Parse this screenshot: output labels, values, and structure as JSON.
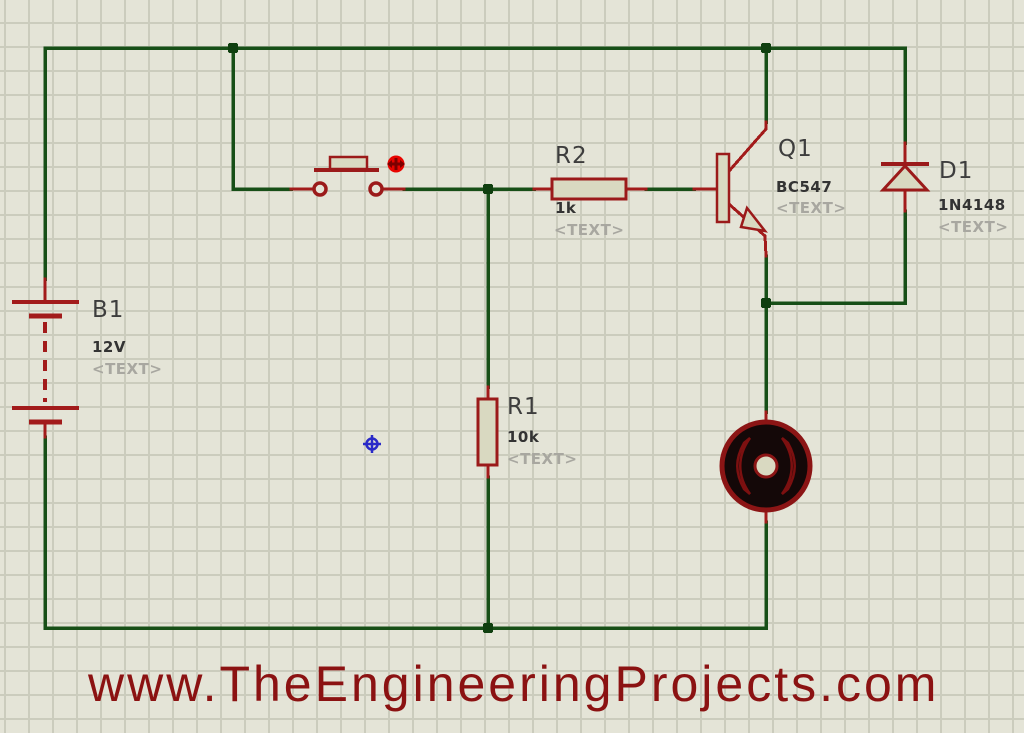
{
  "canvas": {
    "watermark": "www.TheEngineeringProjects.com"
  },
  "colors": {
    "background": "#e4e4d7",
    "grid_line": "#cbccbd",
    "wire_green": "#174f17",
    "junction_green": "#0f3f0f",
    "pin_red": "#a21b1b",
    "component_outline": "#9b1a1a",
    "component_fill": "#d9d9c1",
    "label_text": "#3d3d3d",
    "placeholder_text": "#a8a7a0",
    "watermark_red": "#8b1212",
    "actuator_red": "#e80400",
    "origin_marker_blue": "#2a2ac8",
    "motor_body_black": "#140808"
  },
  "components": {
    "battery": {
      "ref": "B1",
      "value": "12V",
      "placeholder": "<TEXT>"
    },
    "resistor_r2": {
      "ref": "R2",
      "value": "1k",
      "placeholder": "<TEXT>"
    },
    "resistor_r1": {
      "ref": "R1",
      "value": "10k",
      "placeholder": "<TEXT>"
    },
    "transistor_q1": {
      "ref": "Q1",
      "value": "BC547",
      "placeholder": "<TEXT>"
    },
    "diode_d1": {
      "ref": "D1",
      "value": "1N4148",
      "placeholder": "<TEXT>"
    }
  }
}
